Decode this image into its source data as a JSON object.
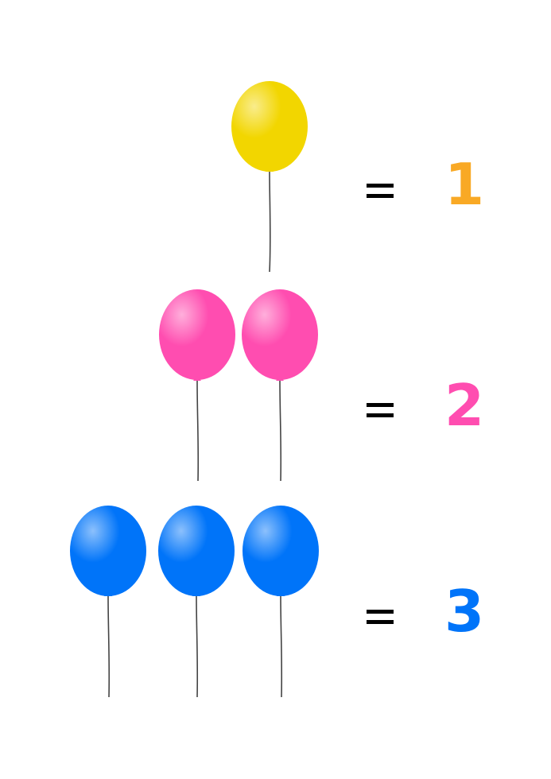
{
  "rows": [
    {
      "count": 1,
      "number_label": "1",
      "equals_label": "=",
      "balloon_color": "#F2D600",
      "number_color": "#F9A925"
    },
    {
      "count": 2,
      "number_label": "2",
      "equals_label": "=",
      "balloon_color": "#FF4DB0",
      "number_color": "#FF4DB0"
    },
    {
      "count": 3,
      "number_label": "3",
      "equals_label": "=",
      "balloon_color": "#0074F9",
      "number_color": "#0074F9"
    }
  ],
  "balloon_icon": "balloon-icon"
}
